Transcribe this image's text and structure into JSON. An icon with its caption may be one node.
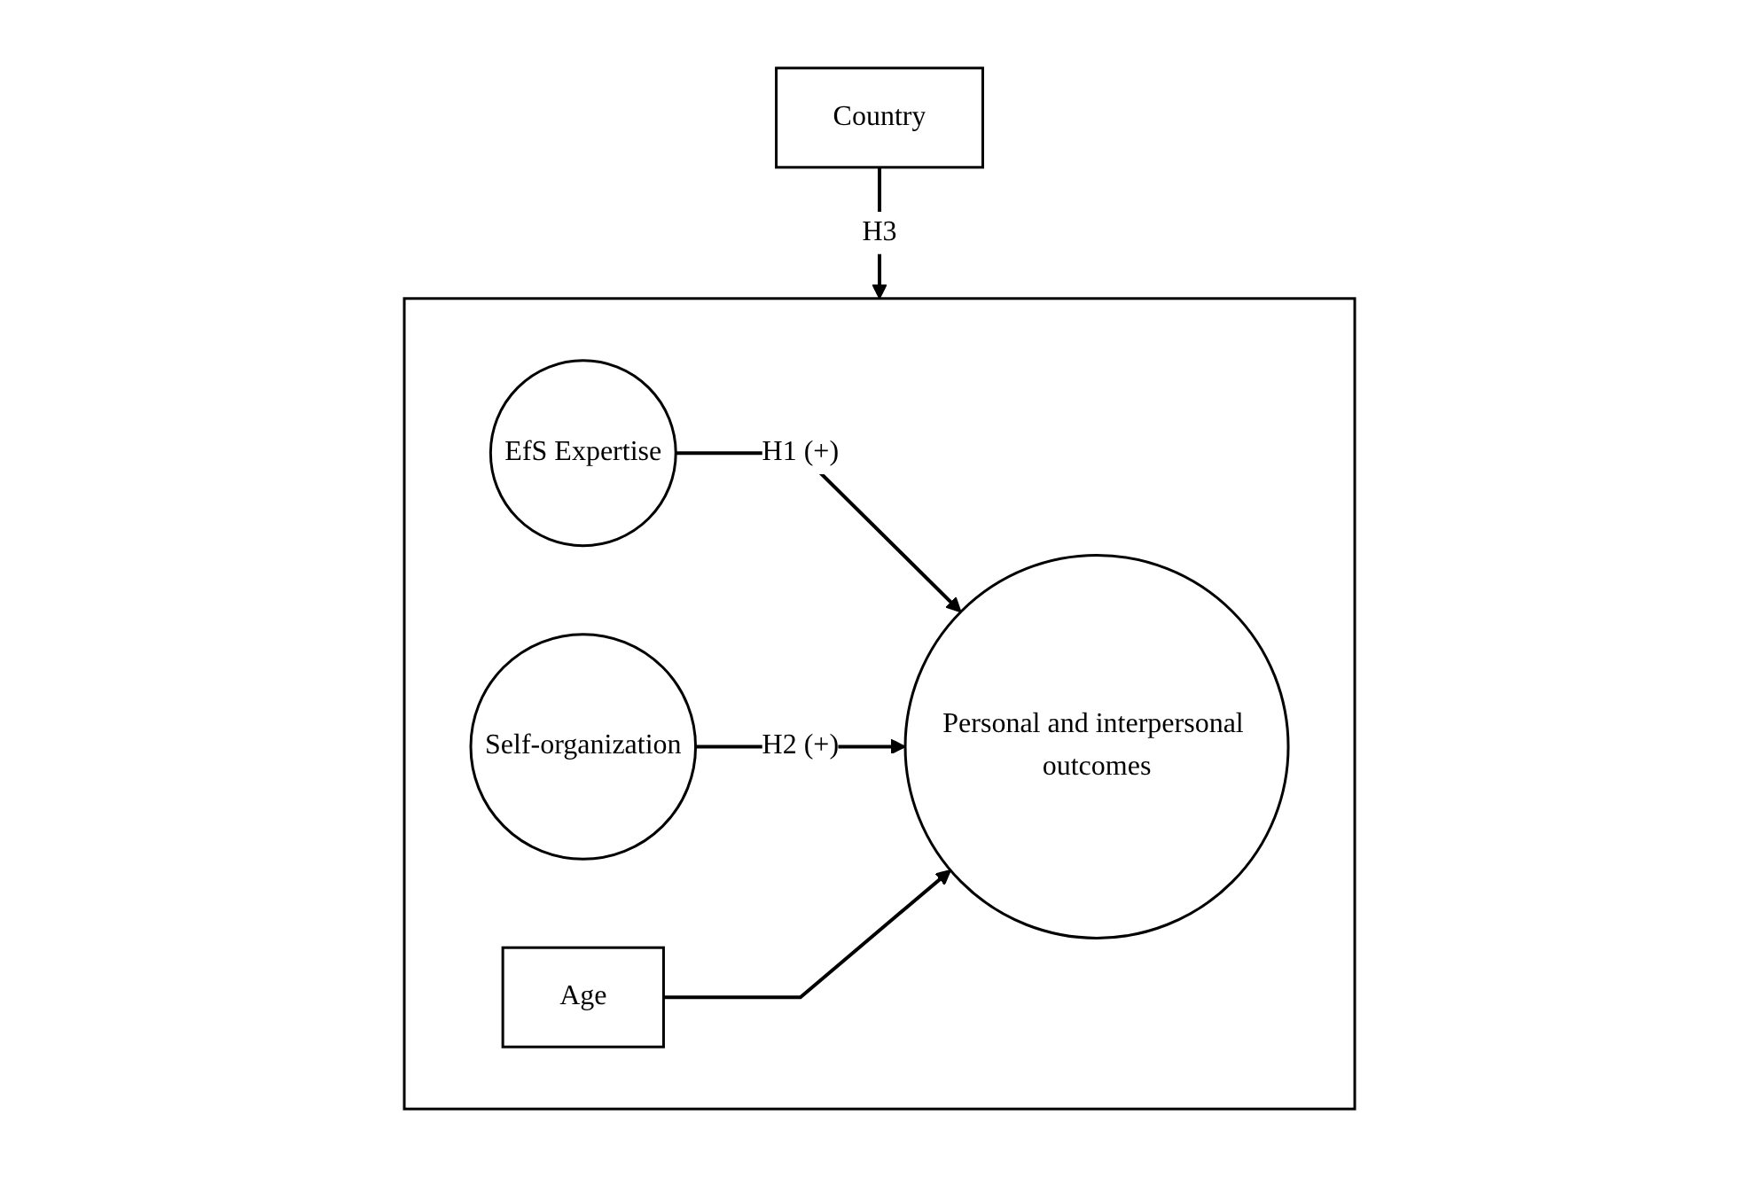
{
  "diagram": {
    "nodes": [
      {
        "text": [
          "Country"
        ]
      },
      {
        "text": [],
        "shape": "box"
      },
      {
        "text": [
          "EfS Expertise"
        ],
        "in": 1
      },
      {
        "text": [
          "Self-organization"
        ],
        "in": 1
      },
      {
        "text": [
          "Personal and interpersonal outcomes"
        ],
        "in": 1
      },
      {
        "text": [
          "Age"
        ],
        "in": 1
      }
    ],
    "edges": [
      {
        "from": 0,
        "to": 1,
        "arrow": "to",
        "label": "H3"
      },
      {
        "from": 2,
        "to": 4,
        "arrow": "to",
        "label": "H1 (+)"
      },
      {
        "from": 3,
        "to": 4,
        "arrow": "to",
        "label": "H2 (+)"
      },
      {
        "from": 5,
        "to": 4,
        "arrow": "to"
      }
    ]
  }
}
